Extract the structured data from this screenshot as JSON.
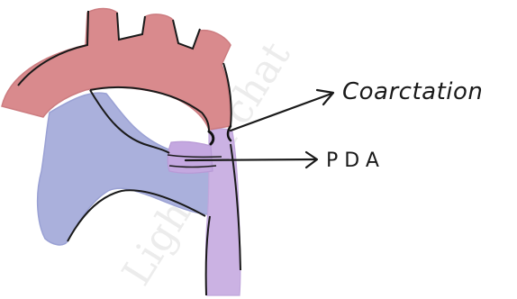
{
  "labels": {
    "coarctation": "Coarctation",
    "pda": "PDA"
  },
  "watermark": {
    "text": "Lightbox chat"
  },
  "colors": {
    "aorta": "#d98a8d",
    "aorta_edge": "#111111",
    "pulmonary": "#aab0dc",
    "ductus": "#cbb2e3",
    "ductus_dark": "#b89ad6",
    "watermark": "#ececec",
    "stroke": "#1a1a1a"
  }
}
